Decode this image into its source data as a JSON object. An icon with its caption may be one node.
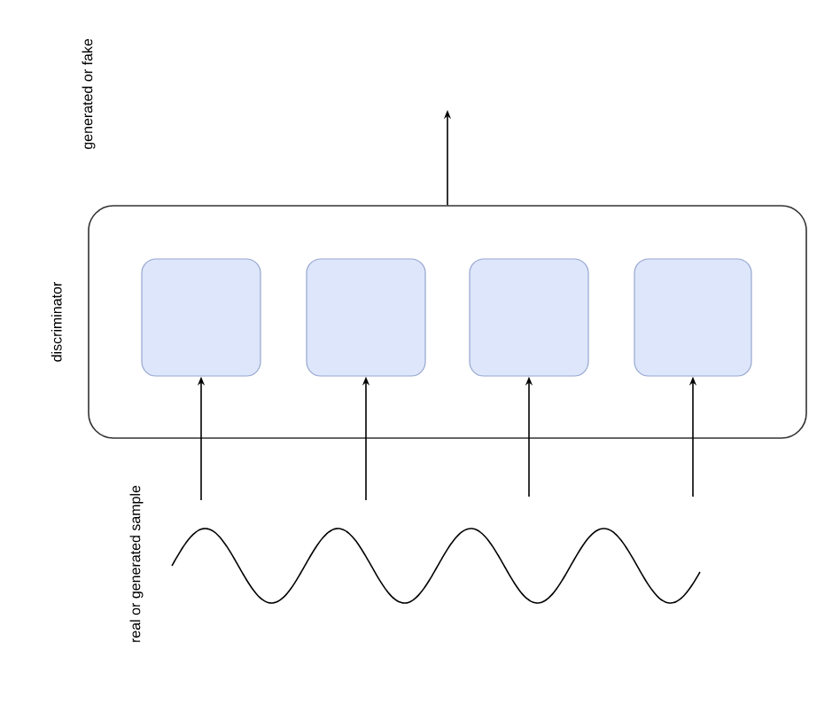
{
  "diagram": {
    "nodes": [
      {
        "text": [
          "discriminator"
        ]
      },
      {
        "text": [],
        "shape": "box",
        "in": 0
      },
      {
        "text": [],
        "shape": "box",
        "in": 0
      },
      {
        "text": [],
        "shape": "box",
        "in": 0
      },
      {
        "text": [],
        "shape": "box",
        "in": 0
      }
    ],
    "edges": [
      {
        "from": null,
        "to": 1,
        "arrow": "to"
      },
      {
        "from": null,
        "to": 2,
        "arrow": "to"
      },
      {
        "from": null,
        "to": 3,
        "arrow": "to"
      },
      {
        "from": null,
        "to": 4,
        "arrow": "to"
      },
      {
        "from": 0,
        "to": null,
        "arrow": "to"
      }
    ],
    "labels": [
      "generated or fake",
      "real or generated sample"
    ]
  }
}
